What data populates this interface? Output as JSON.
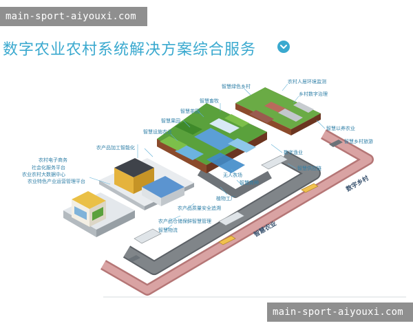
{
  "watermark_top": "main-sport-aiyouxi.com",
  "watermark_bottom": "main-sport-aiyouxi.com",
  "title": "数字农业农村系统解决方案综合服务",
  "roads": {
    "smart_agriculture": "智慧农业",
    "digital_village": "数字乡村"
  },
  "labels": {
    "rural_ecommerce": "农村电子商务",
    "social_service_platform": "社会化服务平台",
    "big_data_center": "农业农村大数据中心",
    "feature_industry_platform": "农业特色产业运营管理平台",
    "processing_intelligent": "农产品加工智能化",
    "smart_facility": "智慧设施农业",
    "smart_orchard": "智慧果园",
    "smart_tea": "智慧茶园",
    "smart_livestock": "智慧畜牧",
    "smart_green_village": "智慧绿色乡村",
    "rural_environment": "农村人居环境监测",
    "village_governance": "乡村数字治理",
    "smart_elderly": "智慧以养农业",
    "smart_tourism": "智慧乡村旅游",
    "digital_fishery": "数字渔业",
    "smart_supply_chain": "智慧供应链",
    "unmanned_farm": "无人农场",
    "smart_breeding": "智慧育种",
    "plant_factory": "植物工厂",
    "quality_traceability": "农产品质量安全追溯",
    "warehouse_cold_chain": "农产品仓储保鲜智慧管理",
    "smart_logistics": "智慧物流"
  },
  "colors": {
    "accent": "#3aa9cf",
    "road_gray": "#6e7378",
    "road_pink": "#c98a8a",
    "farmland_green": "#5aa13c",
    "soil": "#8b4a2b"
  }
}
